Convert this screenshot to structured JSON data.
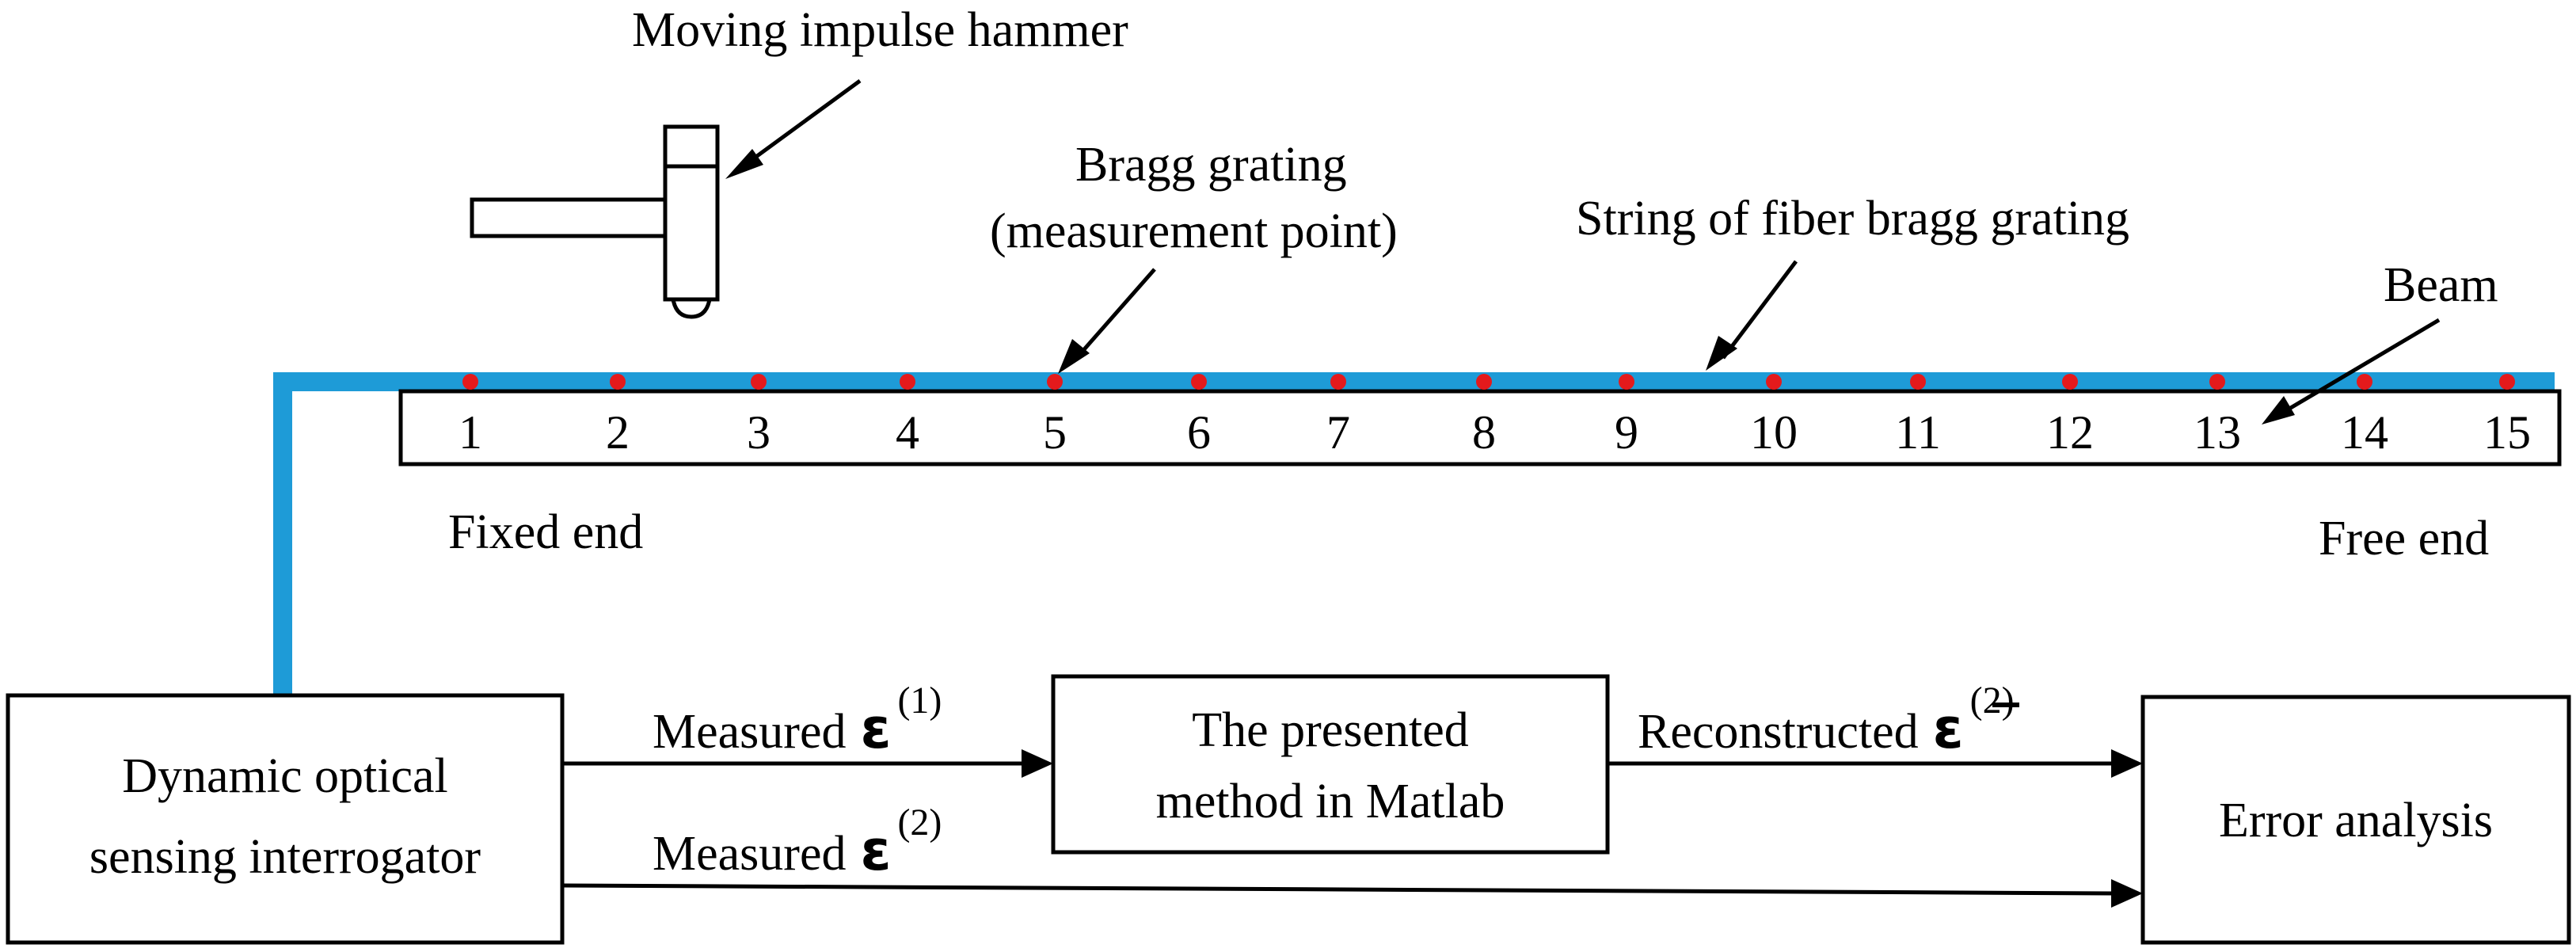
{
  "labels": {
    "hammer": "Moving impulse hammer",
    "bragg_line1": "Bragg grating",
    "bragg_line2": "(measurement point)",
    "fiber_string": "String of fiber bragg grating",
    "beam": "Beam",
    "fixed_end": "Fixed end",
    "free_end": "Free end"
  },
  "measurement_points": [
    "1",
    "2",
    "3",
    "4",
    "5",
    "6",
    "7",
    "8",
    "9",
    "10",
    "11",
    "12",
    "13",
    "14",
    "15"
  ],
  "boxes": {
    "interrogator_line1": "Dynamic optical",
    "interrogator_line2": "sensing interrogator",
    "method_line1": "The presented",
    "method_line2": "method in Matlab",
    "error": "Error analysis"
  },
  "arrows": {
    "measured1": {
      "prefix": "Measured",
      "symbol": "ε",
      "sup": "(1)"
    },
    "measured2": {
      "prefix": "Measured",
      "symbol": "ε",
      "sup": "(2)"
    },
    "reconstructed": {
      "prefix": "Reconstructed",
      "symbol": "ε",
      "sup": "(2)"
    }
  },
  "colors": {
    "fiber": "#1E9BD7",
    "grating_point": "#E41A1C",
    "line": "#000000"
  }
}
